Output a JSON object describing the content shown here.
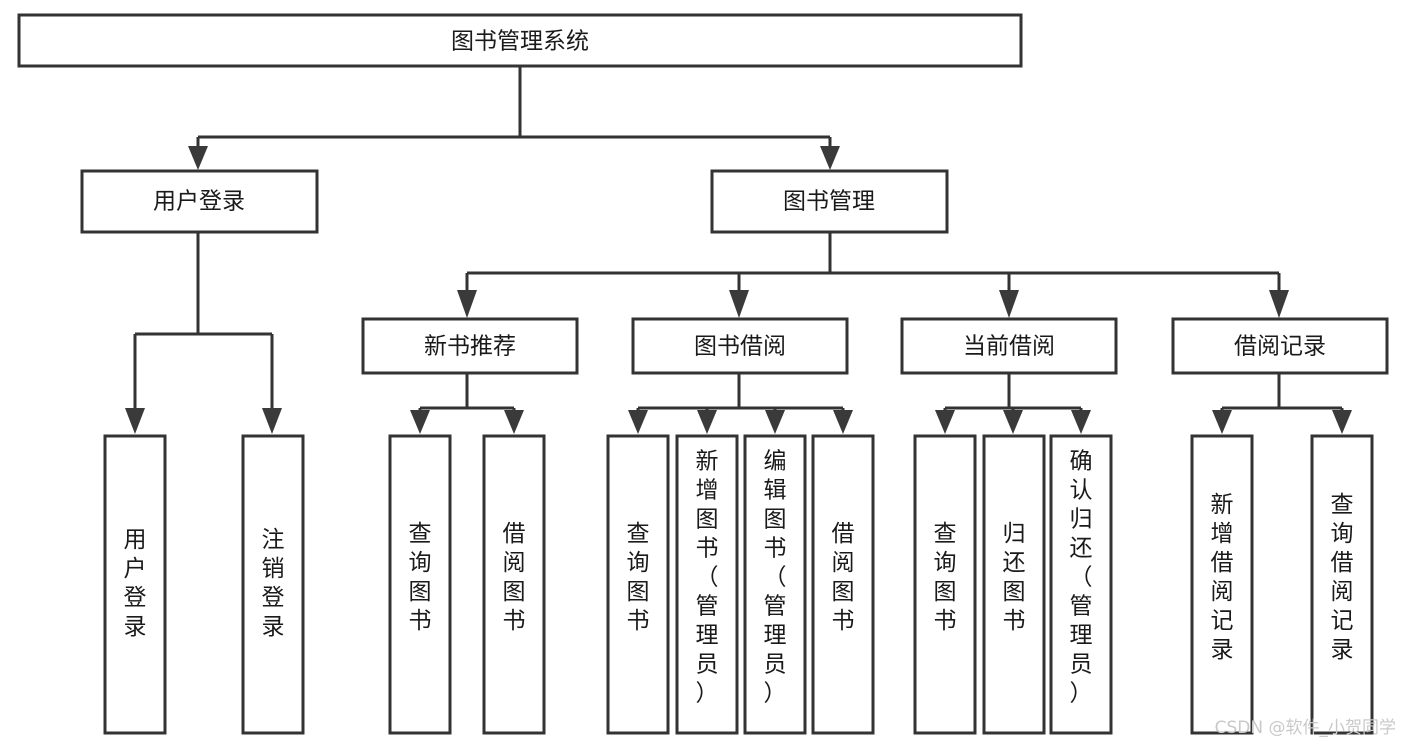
{
  "diagram": {
    "type": "tree",
    "title": "图书管理系统",
    "orientation": "top-down",
    "colors": {
      "box_stroke": "#333333",
      "box_fill": "#ffffff",
      "connector": "#333333",
      "arrow": "#3a3a3a",
      "text": "#1a1a1a",
      "watermark": "#c9c9c9",
      "background": "#ffffff"
    },
    "levels": {
      "root": {
        "label": "图书管理系统"
      },
      "level2": [
        {
          "label": "用户登录"
        },
        {
          "label": "图书管理"
        }
      ],
      "level3": [
        {
          "label": "新书推荐"
        },
        {
          "label": "图书借阅"
        },
        {
          "label": "当前借阅"
        },
        {
          "label": "借阅记录"
        }
      ],
      "leaves": [
        {
          "label": "用户登录",
          "parent": "用户登录"
        },
        {
          "label": "注销登录",
          "parent": "用户登录"
        },
        {
          "label": "查询图书",
          "parent": "新书推荐"
        },
        {
          "label": "借阅图书",
          "parent": "新书推荐"
        },
        {
          "label": "查询图书",
          "parent": "图书借阅"
        },
        {
          "label": "新增图书（管理员）",
          "parent": "图书借阅"
        },
        {
          "label": "编辑图书（管理员）",
          "parent": "图书借阅"
        },
        {
          "label": "借阅图书",
          "parent": "图书借阅"
        },
        {
          "label": "查询图书",
          "parent": "当前借阅"
        },
        {
          "label": "归还图书",
          "parent": "当前借阅"
        },
        {
          "label": "确认归还（管理员）",
          "parent": "当前借阅"
        },
        {
          "label": "新增借阅记录",
          "parent": "借阅记录"
        },
        {
          "label": "查询借阅记录",
          "parent": "借阅记录"
        }
      ]
    }
  },
  "watermark": {
    "text": "CSDN @软件_小贺同学"
  }
}
